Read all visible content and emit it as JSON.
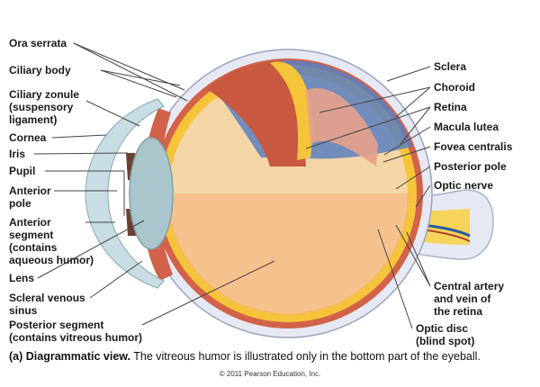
{
  "labels_left": {
    "ora_serrata": "Ora serrata",
    "ciliary_body": "Ciliary body",
    "ciliary_zonule": "Ciliary zonule\n(suspensory\nligament)",
    "cornea": "Cornea",
    "iris": "Iris",
    "pupil": "Pupil",
    "anterior_pole": "Anterior\npole",
    "anterior_segment": "Anterior\nsegment\n(contains\naqueous humor)",
    "lens": "Lens",
    "scleral_venous_sinus": "Scleral venous\nsinus",
    "posterior_segment": "Posterior segment\n(contains vitreous humor)"
  },
  "labels_right": {
    "sclera": "Sclera",
    "choroid": "Choroid",
    "retina": "Retina",
    "macula_lutea": "Macula lutea",
    "fovea_centralis": "Fovea centralis",
    "posterior_pole": "Posterior pole",
    "optic_nerve": "Optic nerve",
    "central_artery": "Central artery\nand vein of\nthe retina",
    "optic_disc": "Optic disc\n(blind spot)"
  },
  "caption": {
    "bold": "(a) Diagrammatic view.",
    "text": " The vitreous humor is illustrated only in the bottom part of the eyeball."
  },
  "copyright": "© 2011 Pearson Education, Inc.",
  "colors": {
    "sclera": "#e6e9f3",
    "choroid": "#d2624a",
    "retina": "#f6c43a",
    "vitreous": "#f4d6a6",
    "lens": "#a9c6cd",
    "cornea": "#c9dde4",
    "nerve": "#f6d45a",
    "vessel": "#2a5aa0",
    "leader": "#444444"
  }
}
